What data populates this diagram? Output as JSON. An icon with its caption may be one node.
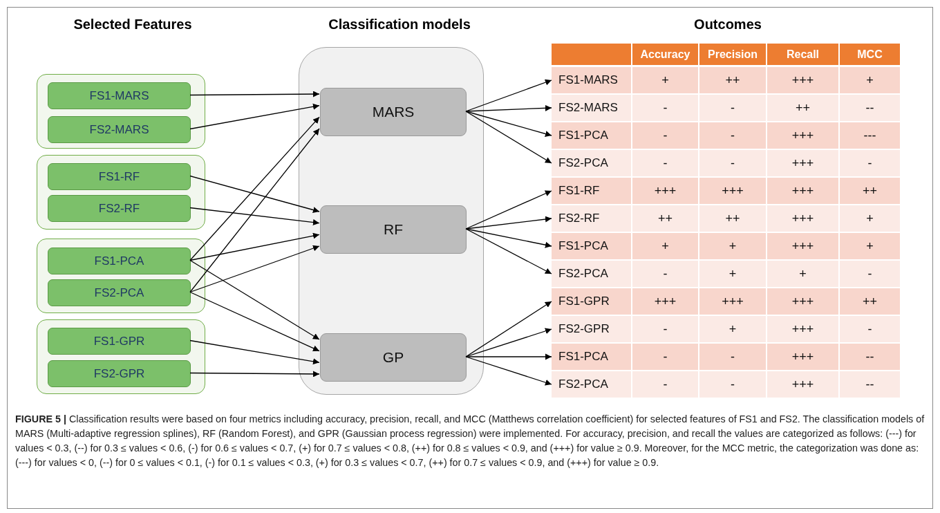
{
  "diagram": {
    "caption": "**FIGURE 5 |** Classification results were based on four metrics including accuracy, precision, recall, and MCC (Matthews correlation coefficient) for selected features of FS1 and FS2. The classification models of MARS (Multi-adaptive regression splines), RF (Random Forest), and GPR (Gaussian process regression) were implemented. For accuracy, precision, and recall the values are categorized as follows: (---) for values < 0.3, (--) for 0.3 ≤ values < 0.6, (-) for 0.6 ≤ values < 0.7, (+) for 0.7 ≤ values < 0.8, (++) for 0.8 ≤ values < 0.9, and (+++) for value ≥ 0.9. Moreover, for the MCC metric, the categorization was done as: (---) for values < 0, (--) for 0 ≤ values < 0.1, (-) for 0.1 ≤ values < 0.3, (+) for 0.3 ≤ values < 0.7, (++) for 0.7 ≤ values < 0.9, and (+++) for value ≥ 0.9.",
    "nodes": [
      {
        "text": [],
        "shape": "box"
      },
      {
        "text": [
          "FS1-MARS"
        ],
        "in": 0
      },
      {
        "text": [
          "FS2-MARS"
        ],
        "in": 0
      },
      {
        "text": [],
        "shape": "box"
      },
      {
        "text": [
          "FS1-RF"
        ],
        "in": 3
      },
      {
        "text": [
          "FS2-RF"
        ],
        "in": 3
      },
      {
        "text": [],
        "shape": "box"
      },
      {
        "text": [
          "FS1-PCA"
        ],
        "in": 6
      },
      {
        "text": [
          "FS2-PCA"
        ],
        "in": 6
      },
      {
        "text": [],
        "shape": "box"
      },
      {
        "text": [
          "FS1-GPR"
        ],
        "in": 9
      },
      {
        "text": [
          "FS2-GPR"
        ],
        "in": 9
      },
      {
        "text": [],
        "shape": "box"
      },
      {
        "text": [
          "MARS"
        ],
        "in": 12
      },
      {
        "text": [
          "RF"
        ],
        "in": 12
      },
      {
        "text": [
          "GP"
        ],
        "in": 12
      },
      {
        "text": [
          "FS1-MARS"
        ]
      },
      {
        "text": [
          "FS2-MARS"
        ]
      },
      {
        "text": [
          "FS1-PCA"
        ]
      },
      {
        "text": [
          "FS2-PCA"
        ]
      },
      {
        "text": [
          "FS1-RF"
        ]
      },
      {
        "text": [
          "FS2-RF"
        ]
      },
      {
        "text": [
          "FS1-PCA"
        ]
      },
      {
        "text": [
          "FS2-PCA"
        ]
      },
      {
        "text": [
          "FS1-GPR"
        ]
      },
      {
        "text": [
          "FS2-GPR"
        ]
      },
      {
        "text": [
          "FS1-PCA"
        ]
      },
      {
        "text": [
          "FS2-PCA"
        ]
      }
    ],
    "edges": [
      {
        "from": 1,
        "to": 13,
        "arrow": "to"
      },
      {
        "from": 2,
        "to": 13,
        "arrow": "to"
      },
      {
        "from": 4,
        "to": 14,
        "arrow": "to"
      },
      {
        "from": 5,
        "to": 14,
        "arrow": "to"
      },
      {
        "from": 7,
        "to": 13,
        "arrow": "to"
      },
      {
        "from": 7,
        "to": 14,
        "arrow": "to"
      },
      {
        "from": 7,
        "to": 15,
        "arrow": "to"
      },
      {
        "from": 8,
        "to": 13,
        "arrow": "to"
      },
      {
        "from": 8,
        "to": 14,
        "arrow": "to"
      },
      {
        "from": 8,
        "to": 15,
        "arrow": "to"
      },
      {
        "from": 10,
        "to": 15,
        "arrow": "to"
      },
      {
        "from": 11,
        "to": 15,
        "arrow": "to"
      },
      {
        "from": 13,
        "to": 16,
        "arrow": "to"
      },
      {
        "from": 13,
        "to": 17,
        "arrow": "to"
      },
      {
        "from": 13,
        "to": 18,
        "arrow": "to"
      },
      {
        "from": 13,
        "to": 19,
        "arrow": "to"
      },
      {
        "from": 14,
        "to": 20,
        "arrow": "to"
      },
      {
        "from": 14,
        "to": 21,
        "arrow": "to"
      },
      {
        "from": 14,
        "to": 22,
        "arrow": "to"
      },
      {
        "from": 14,
        "to": 23,
        "arrow": "to"
      },
      {
        "from": 15,
        "to": 24,
        "arrow": "to"
      },
      {
        "from": 15,
        "to": 25,
        "arrow": "to"
      },
      {
        "from": 15,
        "to": 26,
        "arrow": "to"
      },
      {
        "from": 15,
        "to": 27,
        "arrow": "to"
      }
    ],
    "labels": [
      "Selected Features",
      "Classification models",
      "Outcomes",
      "Accuracy",
      "Precision",
      "Recall",
      "MCC",
      "+",
      "++",
      "+++",
      "+",
      "-",
      "-",
      "++",
      "--",
      "-",
      "-",
      "+++",
      "---",
      "-",
      "-",
      "+++",
      "-",
      "+++",
      "+++",
      "+++",
      "++",
      "++",
      "++",
      "+++",
      "+",
      "+",
      "+",
      "+++",
      "+",
      "-",
      "+",
      "+",
      "-",
      "+++",
      "+++",
      "+++",
      "++",
      "-",
      "+",
      "+++",
      "-",
      "-",
      "-",
      "+++",
      "--",
      "-",
      "-",
      "+++",
      "--"
    ]
  }
}
